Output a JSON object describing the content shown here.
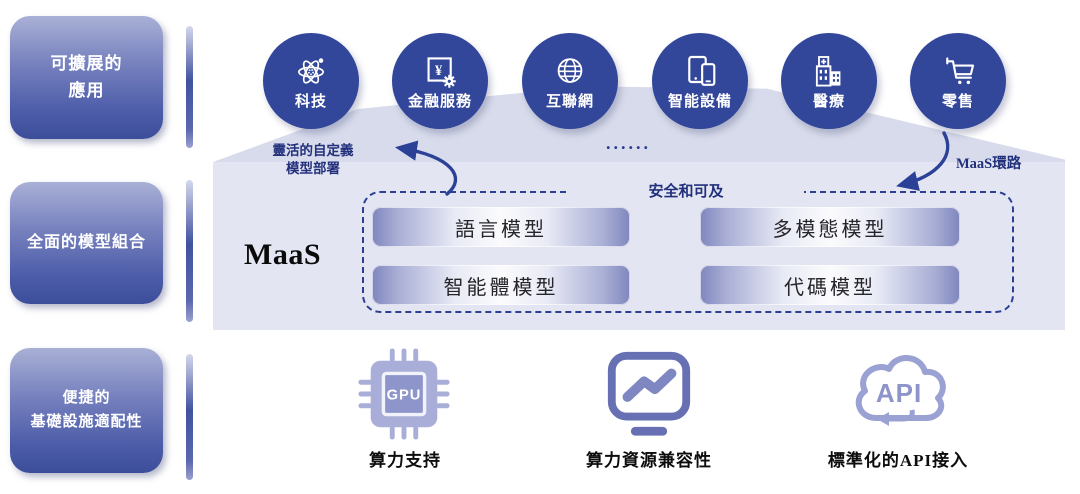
{
  "features": {
    "items": [
      {
        "lines": [
          "可擴展的",
          "應用"
        ]
      },
      {
        "lines": [
          "全面的模型組合"
        ]
      },
      {
        "lines": [
          "便捷的",
          "基礎設施適配性"
        ]
      }
    ]
  },
  "industries": {
    "ellipsis": "......",
    "items": [
      {
        "label": "科技",
        "icon": "atom-icon"
      },
      {
        "label": "金融服務",
        "icon": "yuan-gear-icon"
      },
      {
        "label": "互聯網",
        "icon": "globe-icon"
      },
      {
        "label": "智能設備",
        "icon": "tablet-phone-icon"
      },
      {
        "label": "醫療",
        "icon": "hospital-icon"
      },
      {
        "label": "零售",
        "icon": "shopping-cart-icon"
      }
    ]
  },
  "maas": {
    "title": "MaaS",
    "left_note": {
      "line1": "靈活的自定義",
      "line2": "模型部署"
    },
    "center_note": "安全和可及",
    "right_note": "MaaS環路",
    "models": [
      {
        "label": "語言模型"
      },
      {
        "label": "多模態模型"
      },
      {
        "label": "智能體模型"
      },
      {
        "label": "代碼模型"
      }
    ]
  },
  "infrastructure": {
    "items": [
      {
        "label": "算力支持",
        "chip_text": "GPU",
        "icon": "gpu-chip-icon"
      },
      {
        "label": "算力資源兼容性",
        "icon": "monitor-chart-icon"
      },
      {
        "label": "標準化的API接入",
        "cloud_text": "API",
        "icon": "api-cloud-icon"
      }
    ]
  },
  "colors": {
    "circle_blue": "#32469a",
    "band": "#e3e6f2",
    "wedge": "#d7dbeb",
    "dashed_border": "#2c3f93",
    "note_navy": "#22307c",
    "pill_edge": "#7f86bd"
  }
}
